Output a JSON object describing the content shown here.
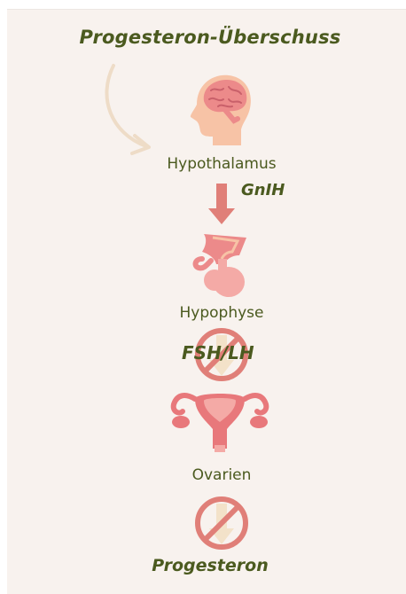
{
  "title": "Progesteron-Überschuss",
  "steps": {
    "hypothalamus": "Hypothalamus",
    "gnrh": "GnIH",
    "hypophyse": "Hypophyse",
    "fsh_lh": "FSH/LH",
    "ovarien": "Ovarien",
    "progesteron": "Progesteron"
  },
  "icons": {
    "head": "head-brain-icon",
    "arrow": "down-arrow-icon",
    "pituitary": "pituitary-gland-icon",
    "blocked": "blocked-arrow-icon",
    "uterus": "uterus-ovaries-icon"
  },
  "colors": {
    "background": "#f8f2ee",
    "text": "#4b5a1f",
    "arrow": "#e07f78",
    "skin": "#f7c3a6",
    "brain": "#ec8a8a",
    "uterus": "#e8787b",
    "curve": "#eedcc7"
  }
}
